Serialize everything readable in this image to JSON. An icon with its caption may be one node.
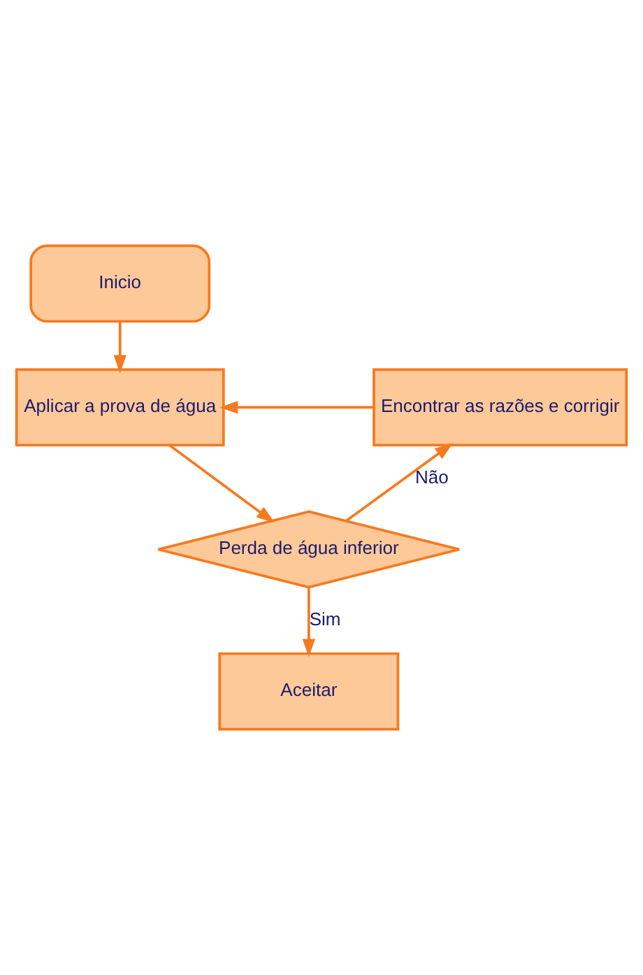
{
  "diagram": {
    "nodes": [
      {
        "text": [
          "Inicio"
        ]
      },
      {
        "text": [
          "Aplicar a prova de água"
        ]
      },
      {
        "text": [
          "Encontrar as razões e corrigir"
        ]
      },
      {
        "text": [
          "Perda de água inferior"
        ]
      },
      {
        "text": [
          "Aceitar"
        ]
      }
    ],
    "edges": [
      {
        "from": 0,
        "to": 1,
        "arrow": "to"
      },
      {
        "from": 2,
        "to": 1,
        "arrow": "to"
      },
      {
        "from": 1,
        "to": 3,
        "arrow": "to"
      },
      {
        "from": 3,
        "to": 2,
        "label": "Não",
        "arrow": "to"
      },
      {
        "from": 3,
        "to": 4,
        "label": "Sim",
        "arrow": "to"
      }
    ]
  }
}
